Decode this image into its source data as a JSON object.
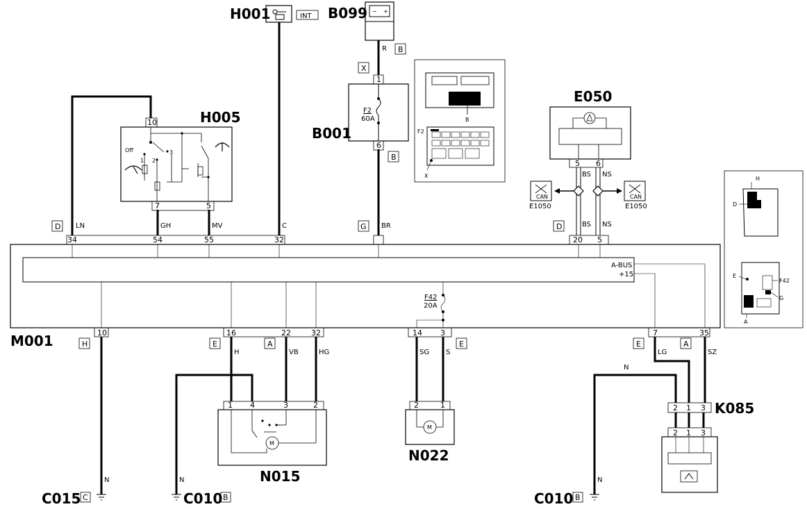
{
  "components": {
    "h001": "H001",
    "h001_tag": "INT",
    "b099": "B099",
    "b001": "B001",
    "h005": "H005",
    "e050": "E050",
    "m001": "M001",
    "k085": "K085",
    "n015": "N015",
    "n022": "N022",
    "e1050_left": "E1050",
    "e1050_right": "E1050",
    "can_left": "CAN",
    "can_right": "CAN"
  },
  "grounds": {
    "c015": "C015",
    "c015_tag": "C",
    "c010a": "C010",
    "c010a_tag": "B",
    "c010b": "C010",
    "c010b_tag": "B"
  },
  "connector_tags": {
    "b099": "B",
    "x": "X",
    "b001_bottom": "B",
    "d_left": "D",
    "g": "G",
    "d_right": "D",
    "h": "H",
    "e1": "E",
    "a1": "A",
    "e2": "E",
    "e3": "E",
    "a2": "A"
  },
  "pins": {
    "h005_top": "10",
    "h005_b1": "7",
    "h005_b2": "5",
    "b001_top": "1",
    "b001_bottom": "6",
    "e050_1": "5",
    "e050_2": "6",
    "m001_t1": "34",
    "m001_t2": "54",
    "m001_t3": "55",
    "m001_t4": "32",
    "m001_t5": "20",
    "m001_t6": "5",
    "m001_b1": "10",
    "m001_b2": "16",
    "m001_b3": "22",
    "m001_b4": "32",
    "m001_b5": "14",
    "m001_b6": "3",
    "m001_b7": "7",
    "m001_b8": "35",
    "n015_1": "1",
    "n015_2": "4",
    "n015_3": "3",
    "n015_4": "2",
    "n022_1": "2",
    "n022_2": "1",
    "k085_1": "2",
    "k085_2": "1",
    "k085_3": "3",
    "k085b_1": "2",
    "k085b_2": "1",
    "k085b_3": "3"
  },
  "wires": {
    "r": "R",
    "ln": "LN",
    "gh": "GH",
    "mv": "MV",
    "c": "C",
    "br": "BR",
    "bs1": "BS",
    "ns1": "NS",
    "bs2": "BS",
    "ns2": "NS",
    "n_c015": "N",
    "h": "H",
    "vb": "VB",
    "hg": "HG",
    "sg": "SG",
    "s": "S",
    "lg": "LG",
    "sz": "SZ",
    "n_top": "N",
    "n_c010a": "N",
    "n_c010b": "N"
  },
  "fuses": {
    "f2_name": "F2",
    "f2_rating": "60A",
    "f42_name": "F42",
    "f42_rating": "20A"
  },
  "m001_signals": {
    "abus": "A-BUS",
    "plus15": "+15"
  },
  "h005_labels": {
    "off": "Off",
    "p1": "1",
    "p2": "2",
    "p3": "3"
  },
  "motor": {
    "n015": "M",
    "n022": "M"
  },
  "inset_box": {
    "b": "B",
    "f2": "F2",
    "x": "X"
  },
  "inset_right": {
    "h": "H",
    "d": "D",
    "e": "E",
    "f42": "F42",
    "g": "G",
    "a": "A"
  }
}
